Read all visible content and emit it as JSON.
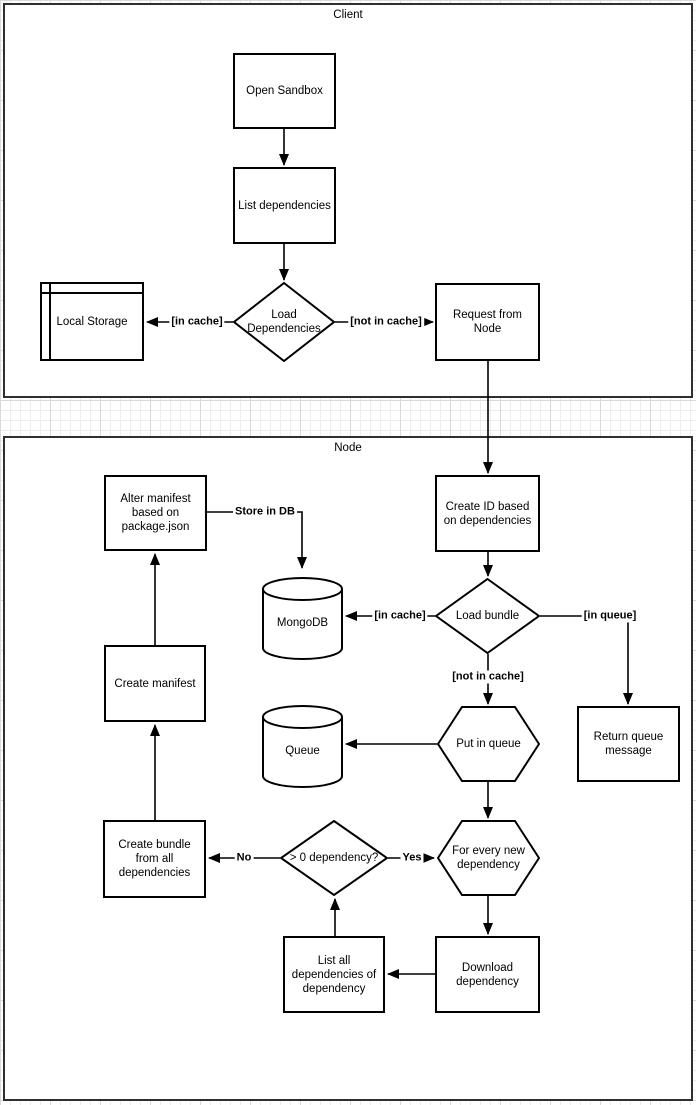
{
  "diagram": {
    "sections": {
      "client": {
        "title": "Client"
      },
      "node": {
        "title": "Node"
      }
    },
    "nodes": {
      "open_sandbox": {
        "label": "Open Sandbox",
        "shape": "process"
      },
      "list_dependencies": {
        "label": "List dependencies",
        "shape": "process"
      },
      "load_dependencies": {
        "label": "Load\nDependencies",
        "shape": "decision"
      },
      "local_storage": {
        "label": "Local Storage",
        "shape": "internal-storage"
      },
      "request_from_node": {
        "label": "Request from\nNode",
        "shape": "process"
      },
      "create_id": {
        "label": "Create ID based\non dependencies",
        "shape": "process"
      },
      "load_bundle": {
        "label": "Load bundle",
        "shape": "decision"
      },
      "mongodb": {
        "label": "MongoDB",
        "shape": "database-cylinder"
      },
      "alter_manifest": {
        "label": "Alter manifest\nbased on\npackage.json",
        "shape": "process"
      },
      "create_manifest": {
        "label": "Create manifest",
        "shape": "process"
      },
      "queue": {
        "label": "Queue",
        "shape": "database-cylinder"
      },
      "put_in_queue": {
        "label": "Put in queue",
        "shape": "hexagon"
      },
      "return_queue_message": {
        "label": "Return queue\nmessage",
        "shape": "process"
      },
      "create_bundle": {
        "label": "Create bundle\nfrom all\ndependencies",
        "shape": "process"
      },
      "gt_zero_dependency": {
        "label": "> 0 dependency?",
        "shape": "decision"
      },
      "for_every_new_dependency": {
        "label": "For every new\ndependency",
        "shape": "hexagon"
      },
      "list_all_dependencies": {
        "label": "List all\ndependencies of\ndependency",
        "shape": "process"
      },
      "download_dependency": {
        "label": "Download\ndependency",
        "shape": "process"
      }
    },
    "edge_labels": {
      "client_in_cache": "[in cache]",
      "client_not_in_cache": "[not in cache]",
      "store_in_db": "Store in DB",
      "node_in_cache": "[in cache]",
      "in_queue": "[in queue]",
      "node_not_in_cache": "[not in cache]",
      "no": "No",
      "yes": "Yes"
    },
    "colors": {
      "shape_fill": "#ffffff",
      "shape_stroke": "#000000",
      "grid_line": "#ececec",
      "grid_line_major": "#d9d9d9"
    }
  }
}
